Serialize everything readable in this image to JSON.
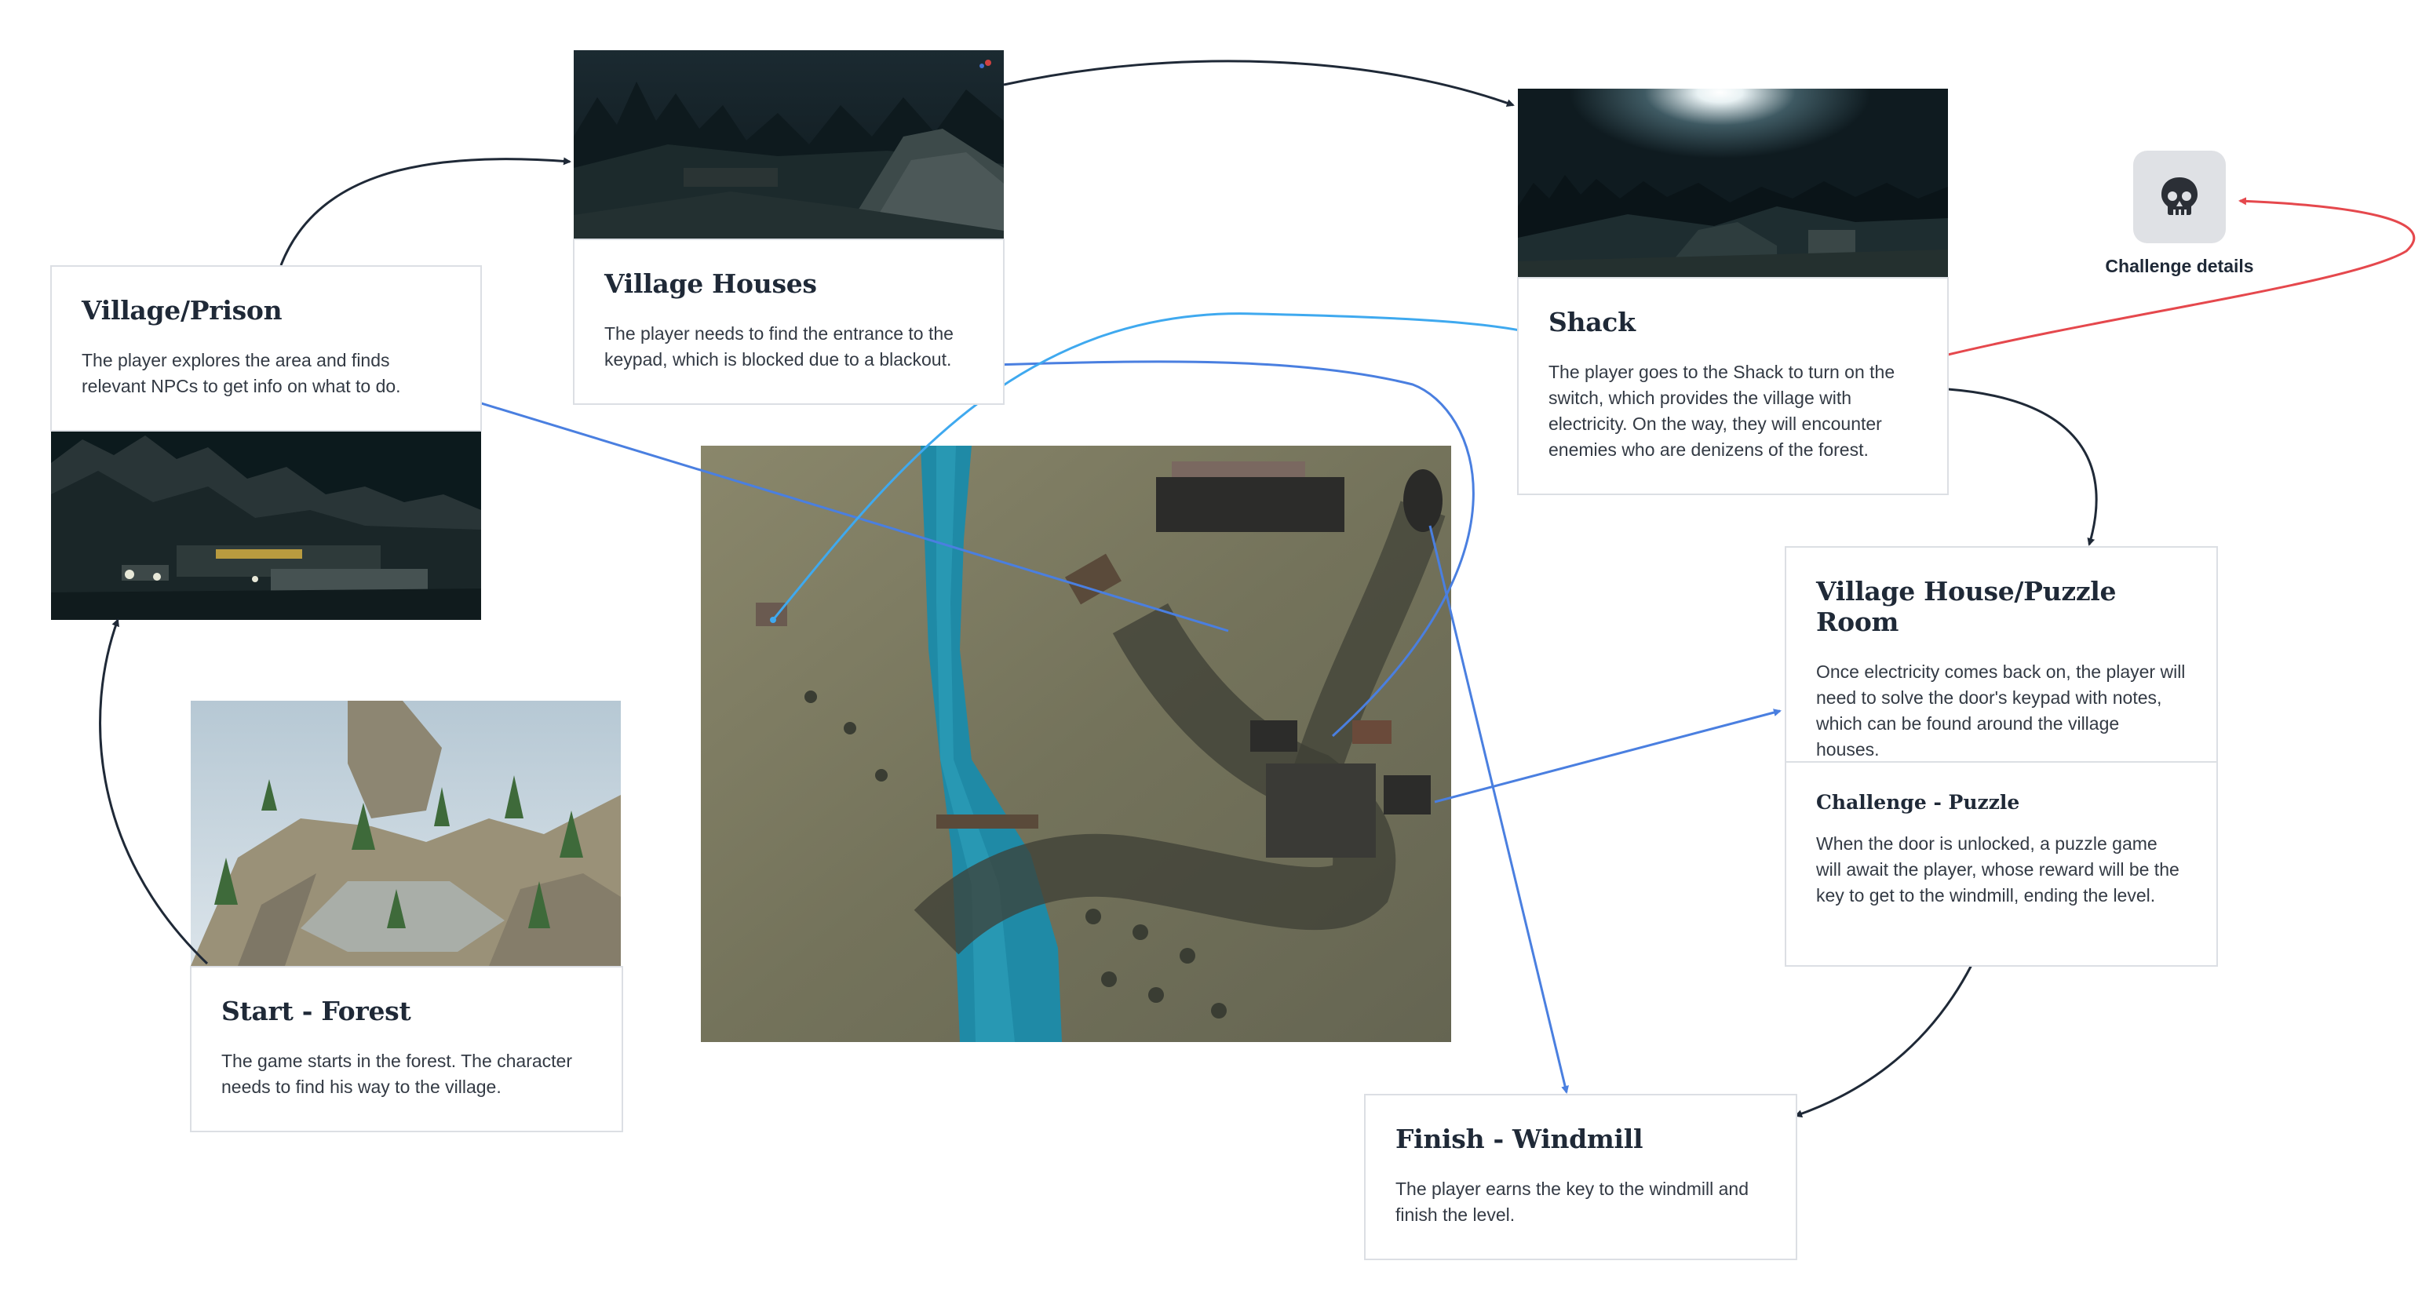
{
  "nodes": {
    "village_prison": {
      "title": "Village/Prison",
      "body": "The player explores the area and finds relevant NPCs to get info on what to do."
    },
    "village_houses": {
      "title": "Village Houses",
      "body": "The player needs to find the entrance to the keypad, which is blocked due to a blackout."
    },
    "shack": {
      "title": "Shack",
      "body": "The player goes to the Shack to turn on the switch, which provides the village with electricity. On the way, they will encounter enemies who are denizens of the forest."
    },
    "puzzle_room": {
      "title": "Village House/Puzzle Room",
      "body": "Once electricity comes back on, the player will need to solve the door's keypad with notes, which can be found around the village houses.",
      "sub_title": "Challenge - Puzzle",
      "sub_body": "When the door is unlocked, a puzzle game will await the player, whose reward will be the key to get to the windmill, ending the level."
    },
    "start_forest": {
      "title": "Start - Forest",
      "body": "The game starts in the forest. The character needs to find his way to the village."
    },
    "finish_windmill": {
      "title": "Finish - Windmill",
      "body": "The player earns the key to the windmill and finish the level."
    }
  },
  "challenge": {
    "label": "Challenge details",
    "icon": "skull-icon"
  },
  "colors": {
    "flow_arrow": "#1f2937",
    "map_arrow_blue": "#4a7fe0",
    "map_arrow_light_blue": "#3fa9ef",
    "challenge_arrow": "#e5484d",
    "card_border": "#dcdfe4"
  }
}
